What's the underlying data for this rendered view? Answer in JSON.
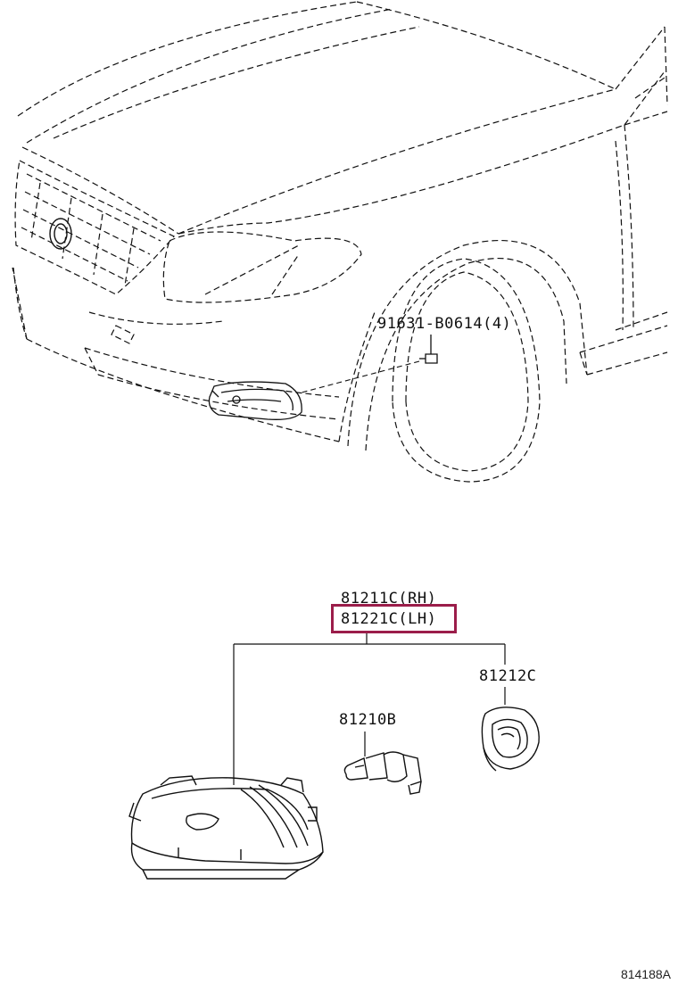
{
  "callouts": {
    "bolt": "91631-B0614(4)",
    "assembly_rh": "81211C(RH)",
    "assembly_lh": "81221C(LH)",
    "socket": "81212C",
    "bulb": "81210B"
  },
  "highlight_color": "#9b1d4a",
  "line_color": "#111111",
  "figure_ref": "814188A"
}
